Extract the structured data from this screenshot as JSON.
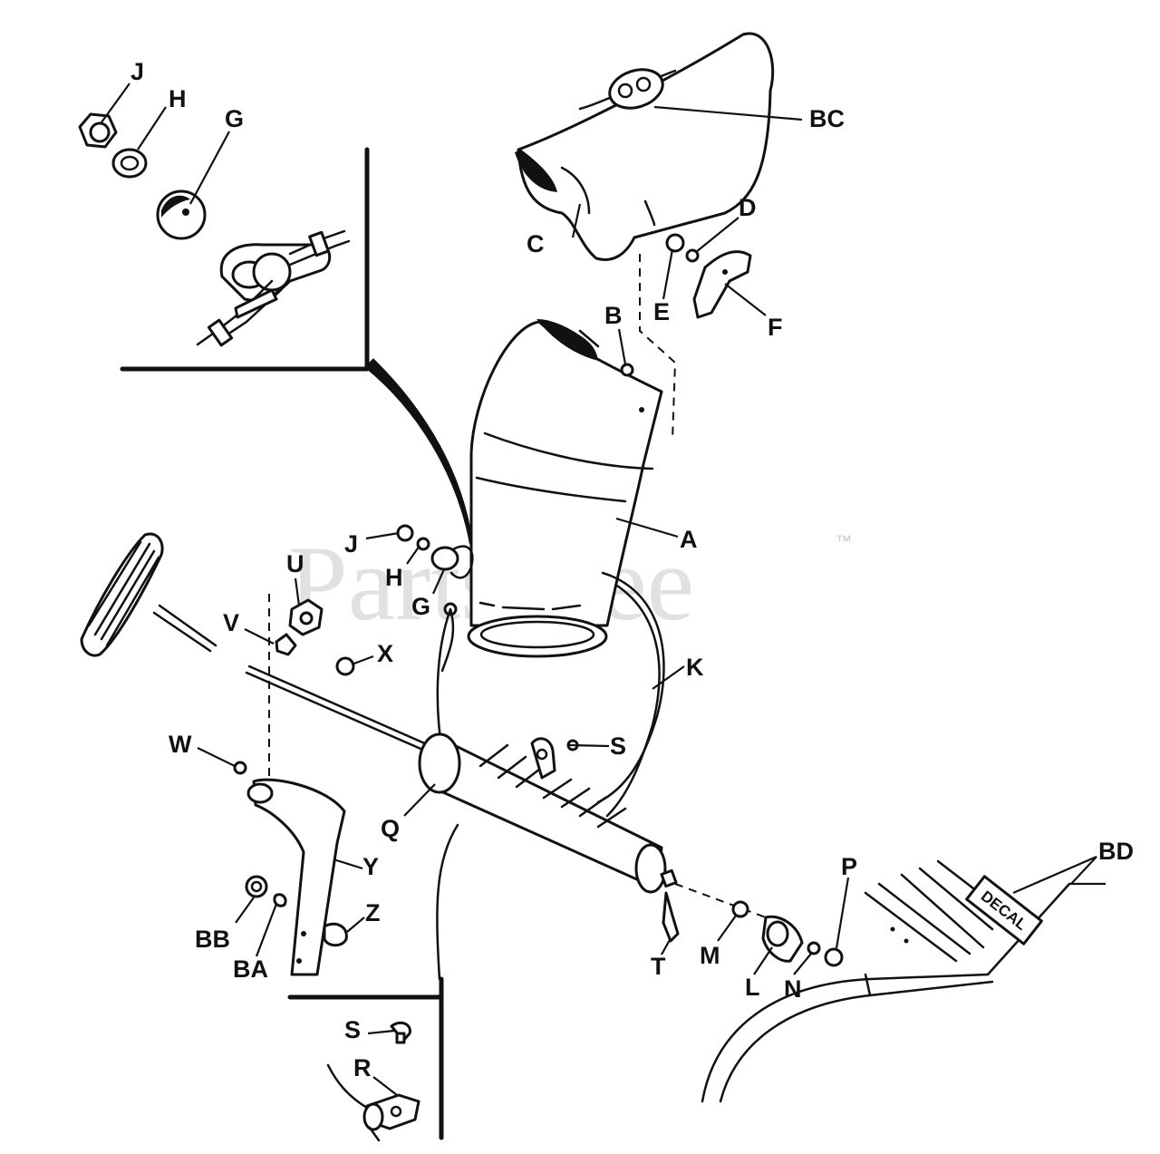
{
  "watermark": {
    "text": "PartsTree",
    "trademark": "™"
  },
  "decal_text": "DECAL",
  "labels": {
    "J": "J",
    "H": "H",
    "G": "G",
    "BC": "BC",
    "C": "C",
    "D": "D",
    "E": "E",
    "F": "F",
    "B": "B",
    "A": "A",
    "U": "U",
    "V": "V",
    "X": "X",
    "K": "K",
    "S": "S",
    "W": "W",
    "Q": "Q",
    "Y": "Y",
    "Z": "Z",
    "BB": "BB",
    "BA": "BA",
    "T": "T",
    "M": "M",
    "L": "L",
    "N": "N",
    "P": "P",
    "BD": "BD",
    "R": "R"
  }
}
